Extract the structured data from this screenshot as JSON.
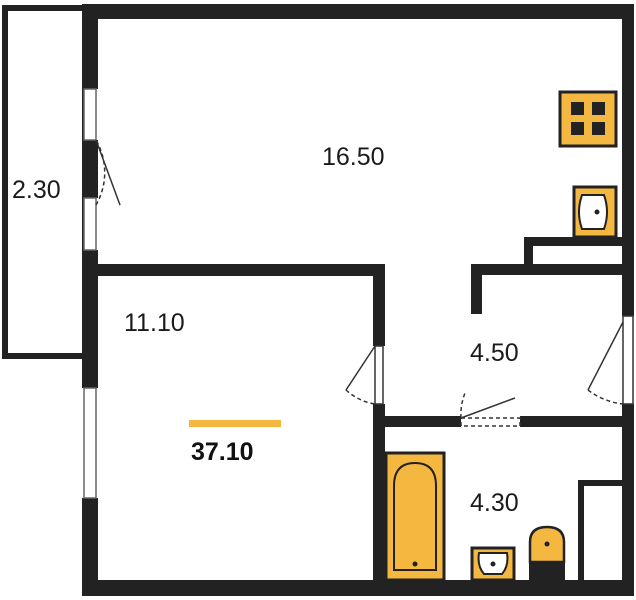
{
  "rooms": {
    "balcony": "2.30",
    "kitchen_living": "16.50",
    "bedroom": "11.10",
    "hall": "4.50",
    "bathroom": "4.30"
  },
  "total_area": "37.10",
  "colors": {
    "wall": "#222222",
    "fixture_fill": "#f4b740",
    "accent_bar": "#f4b740",
    "background": "#ffffff"
  },
  "fixtures": [
    "stove-icon",
    "kitchen-sink-icon",
    "bathtub-icon",
    "bathroom-sink-icon",
    "toilet-icon"
  ]
}
